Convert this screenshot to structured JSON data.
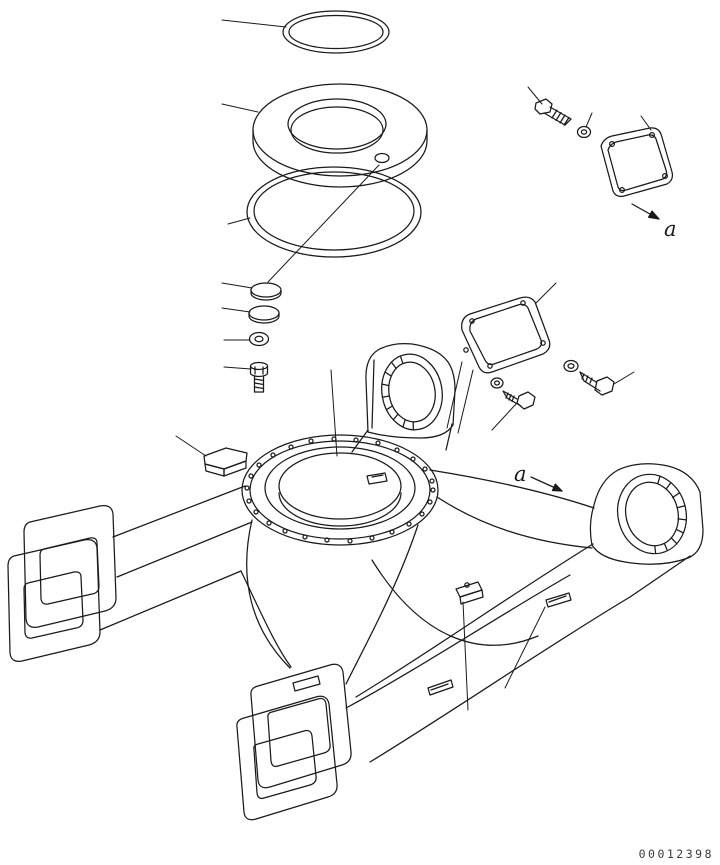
{
  "page": {
    "background_color": "#ffffff",
    "ink_color": "#1a1a1a"
  },
  "diagram": {
    "view_labels": {
      "top_right": "a",
      "center": "a"
    },
    "part_number": "00012398"
  }
}
